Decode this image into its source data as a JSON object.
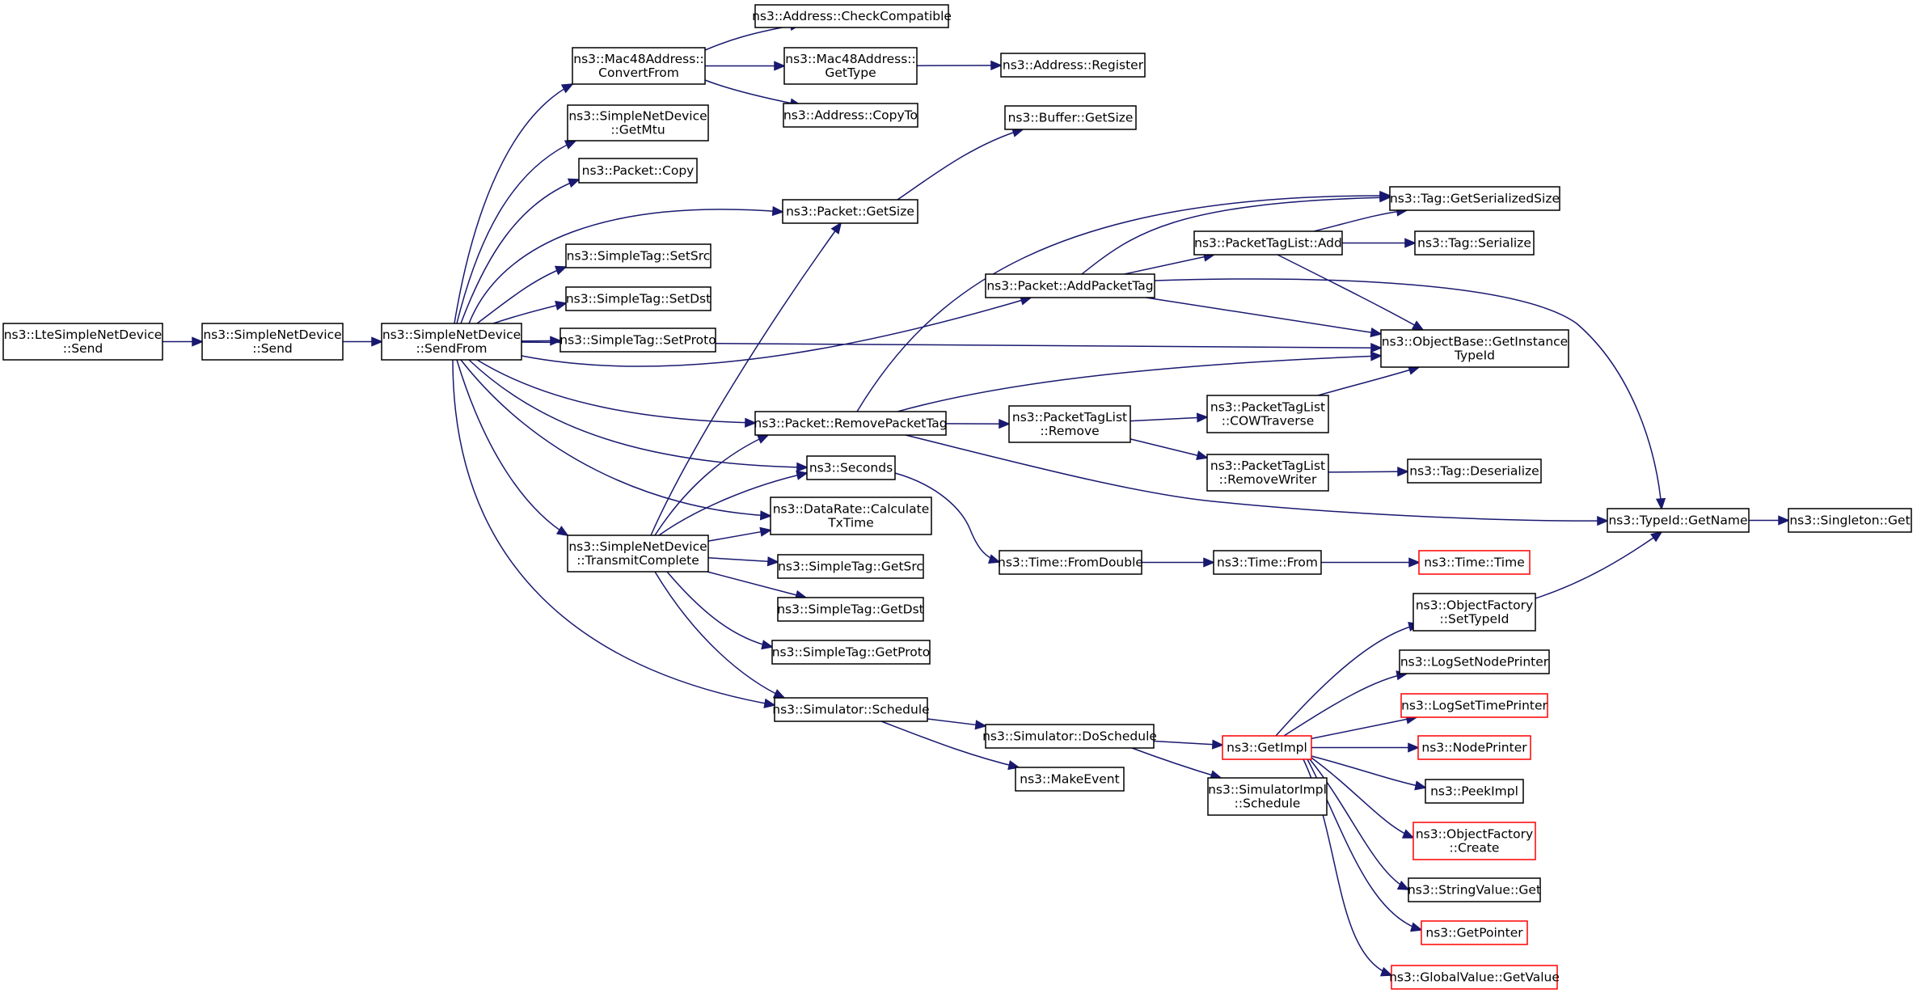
{
  "diagram": {
    "colors": {
      "edge": "#191970",
      "node_border": "#000000",
      "node_border_truncated": "#ff0000",
      "root_fill": "#bfbfbf",
      "node_fill": "#ffffff"
    },
    "nodes": [
      {
        "id": "lte_send",
        "lines": [
          "ns3::LteSimpleNetDevice",
          "::Send"
        ],
        "style": "root"
      },
      {
        "id": "snd_send",
        "lines": [
          "ns3::SimpleNetDevice",
          "::Send"
        ]
      },
      {
        "id": "snd_sendfrom",
        "lines": [
          "ns3::SimpleNetDevice",
          "::SendFrom"
        ]
      },
      {
        "id": "mac48_convertfrom",
        "lines": [
          "ns3::Mac48Address::",
          "ConvertFrom"
        ]
      },
      {
        "id": "snd_getmtu",
        "lines": [
          "ns3::SimpleNetDevice",
          "::GetMtu"
        ]
      },
      {
        "id": "packet_copy",
        "lines": [
          "ns3::Packet::Copy"
        ]
      },
      {
        "id": "simpletag_setsrc",
        "lines": [
          "ns3::SimpleTag::SetSrc"
        ]
      },
      {
        "id": "simpletag_setdst",
        "lines": [
          "ns3::SimpleTag::SetDst"
        ]
      },
      {
        "id": "simpletag_setproto",
        "lines": [
          "ns3::SimpleTag::SetProto"
        ]
      },
      {
        "id": "snd_transmitcomplete",
        "lines": [
          "ns3::SimpleNetDevice",
          "::TransmitComplete"
        ]
      },
      {
        "id": "address_checkcompatible",
        "lines": [
          "ns3::Address::CheckCompatible"
        ]
      },
      {
        "id": "mac48_gettype",
        "lines": [
          "ns3::Mac48Address::",
          "GetType"
        ]
      },
      {
        "id": "address_copyto",
        "lines": [
          "ns3::Address::CopyTo"
        ]
      },
      {
        "id": "address_register",
        "lines": [
          "ns3::Address::Register"
        ]
      },
      {
        "id": "packet_getsize",
        "lines": [
          "ns3::Packet::GetSize"
        ]
      },
      {
        "id": "buffer_getsize",
        "lines": [
          "ns3::Buffer::GetSize"
        ]
      },
      {
        "id": "packet_addpackettag",
        "lines": [
          "ns3::Packet::AddPacketTag"
        ]
      },
      {
        "id": "packet_removepackettag",
        "lines": [
          "ns3::Packet::RemovePacketTag"
        ]
      },
      {
        "id": "seconds",
        "lines": [
          "ns3::Seconds"
        ]
      },
      {
        "id": "datarate_calculatetxtime",
        "lines": [
          "ns3::DataRate::Calculate",
          "TxTime"
        ]
      },
      {
        "id": "simpletag_getsrc",
        "lines": [
          "ns3::SimpleTag::GetSrc"
        ]
      },
      {
        "id": "simpletag_getdst",
        "lines": [
          "ns3::SimpleTag::GetDst"
        ]
      },
      {
        "id": "simpletag_getproto",
        "lines": [
          "ns3::SimpleTag::GetProto"
        ]
      },
      {
        "id": "simulator_schedule",
        "lines": [
          "ns3::Simulator::Schedule"
        ]
      },
      {
        "id": "tag_getserializedsize",
        "lines": [
          "ns3::Tag::GetSerializedSize"
        ]
      },
      {
        "id": "packettaglist_add",
        "lines": [
          "ns3::PacketTagList::Add"
        ]
      },
      {
        "id": "tag_serialize",
        "lines": [
          "ns3::Tag::Serialize"
        ]
      },
      {
        "id": "objectbase_getinstancetypeid",
        "lines": [
          "ns3::ObjectBase::GetInstance",
          "TypeId"
        ]
      },
      {
        "id": "packettaglist_remove",
        "lines": [
          "ns3::PacketTagList",
          "::Remove"
        ]
      },
      {
        "id": "packettaglist_cowtraverse",
        "lines": [
          "ns3::PacketTagList",
          "::COWTraverse"
        ]
      },
      {
        "id": "packettaglist_removewriter",
        "lines": [
          "ns3::PacketTagList",
          "::RemoveWriter"
        ]
      },
      {
        "id": "tag_deserialize",
        "lines": [
          "ns3::Tag::Deserialize"
        ]
      },
      {
        "id": "typeid_getname",
        "lines": [
          "ns3::TypeId::GetName"
        ]
      },
      {
        "id": "singleton_get",
        "lines": [
          "ns3::Singleton::Get"
        ]
      },
      {
        "id": "time_fromdouble",
        "lines": [
          "ns3::Time::FromDouble"
        ]
      },
      {
        "id": "time_from",
        "lines": [
          "ns3::Time::From"
        ]
      },
      {
        "id": "time_time",
        "lines": [
          "ns3::Time::Time"
        ],
        "style": "truncated"
      },
      {
        "id": "simulator_doschedule",
        "lines": [
          "ns3::Simulator::DoSchedule"
        ]
      },
      {
        "id": "makeevent",
        "lines": [
          "ns3::MakeEvent"
        ]
      },
      {
        "id": "getimpl",
        "lines": [
          "ns3::GetImpl"
        ],
        "style": "truncated"
      },
      {
        "id": "simulatorimpl_schedule",
        "lines": [
          "ns3::SimulatorImpl",
          "::Schedule"
        ]
      },
      {
        "id": "objectfactory_settypeid",
        "lines": [
          "ns3::ObjectFactory",
          "::SetTypeId"
        ]
      },
      {
        "id": "logsetnodeprinter",
        "lines": [
          "ns3::LogSetNodePrinter"
        ]
      },
      {
        "id": "logsettimeprinter",
        "lines": [
          "ns3::LogSetTimePrinter"
        ],
        "style": "truncated"
      },
      {
        "id": "nodeprinter",
        "lines": [
          "ns3::NodePrinter"
        ],
        "style": "truncated"
      },
      {
        "id": "peekimpl",
        "lines": [
          "ns3::PeekImpl"
        ]
      },
      {
        "id": "objectfactory_create",
        "lines": [
          "ns3::ObjectFactory",
          "::Create"
        ],
        "style": "truncated"
      },
      {
        "id": "stringvalue_get",
        "lines": [
          "ns3::StringValue::Get"
        ]
      },
      {
        "id": "getpointer",
        "lines": [
          "ns3::GetPointer"
        ],
        "style": "truncated"
      },
      {
        "id": "globalvalue_getvalue",
        "lines": [
          "ns3::GlobalValue::GetValue"
        ],
        "style": "truncated"
      }
    ],
    "edges": [
      [
        "lte_send",
        "snd_send"
      ],
      [
        "snd_send",
        "snd_sendfrom"
      ],
      [
        "snd_sendfrom",
        "mac48_convertfrom"
      ],
      [
        "snd_sendfrom",
        "snd_getmtu"
      ],
      [
        "snd_sendfrom",
        "packet_copy"
      ],
      [
        "snd_sendfrom",
        "packet_getsize"
      ],
      [
        "snd_sendfrom",
        "simpletag_setsrc"
      ],
      [
        "snd_sendfrom",
        "simpletag_setdst"
      ],
      [
        "snd_sendfrom",
        "simpletag_setproto"
      ],
      [
        "snd_sendfrom",
        "packet_addpackettag"
      ],
      [
        "snd_sendfrom",
        "objectbase_getinstancetypeid"
      ],
      [
        "snd_sendfrom",
        "packet_removepackettag"
      ],
      [
        "snd_sendfrom",
        "seconds"
      ],
      [
        "snd_sendfrom",
        "datarate_calculatetxtime"
      ],
      [
        "snd_sendfrom",
        "snd_transmitcomplete"
      ],
      [
        "snd_sendfrom",
        "simulator_schedule"
      ],
      [
        "mac48_convertfrom",
        "address_checkcompatible"
      ],
      [
        "mac48_convertfrom",
        "mac48_gettype"
      ],
      [
        "mac48_convertfrom",
        "address_copyto"
      ],
      [
        "mac48_gettype",
        "address_register"
      ],
      [
        "packet_getsize",
        "buffer_getsize"
      ],
      [
        "packet_addpackettag",
        "tag_getserializedsize"
      ],
      [
        "packet_addpackettag",
        "packettaglist_add"
      ],
      [
        "packet_addpackettag",
        "objectbase_getinstancetypeid"
      ],
      [
        "packet_addpackettag",
        "typeid_getname"
      ],
      [
        "packettaglist_add",
        "tag_getserializedsize"
      ],
      [
        "packettaglist_add",
        "tag_serialize"
      ],
      [
        "packettaglist_add",
        "objectbase_getinstancetypeid"
      ],
      [
        "packet_removepackettag",
        "tag_getserializedsize"
      ],
      [
        "packet_removepackettag",
        "objectbase_getinstancetypeid"
      ],
      [
        "packet_removepackettag",
        "packettaglist_remove"
      ],
      [
        "packet_removepackettag",
        "typeid_getname"
      ],
      [
        "packettaglist_remove",
        "packettaglist_cowtraverse"
      ],
      [
        "packettaglist_remove",
        "packettaglist_removewriter"
      ],
      [
        "packettaglist_cowtraverse",
        "objectbase_getinstancetypeid"
      ],
      [
        "packettaglist_removewriter",
        "tag_deserialize"
      ],
      [
        "typeid_getname",
        "singleton_get"
      ],
      [
        "seconds",
        "time_fromdouble"
      ],
      [
        "time_fromdouble",
        "time_from"
      ],
      [
        "time_from",
        "time_time"
      ],
      [
        "snd_transmitcomplete",
        "packet_getsize"
      ],
      [
        "snd_transmitcomplete",
        "packet_removepackettag"
      ],
      [
        "snd_transmitcomplete",
        "seconds"
      ],
      [
        "snd_transmitcomplete",
        "datarate_calculatetxtime"
      ],
      [
        "snd_transmitcomplete",
        "simpletag_getsrc"
      ],
      [
        "snd_transmitcomplete",
        "simpletag_getdst"
      ],
      [
        "snd_transmitcomplete",
        "simpletag_getproto"
      ],
      [
        "snd_transmitcomplete",
        "simulator_schedule"
      ],
      [
        "simulator_schedule",
        "simulator_doschedule"
      ],
      [
        "simulator_schedule",
        "makeevent"
      ],
      [
        "simulator_doschedule",
        "getimpl"
      ],
      [
        "simulator_doschedule",
        "simulatorimpl_schedule"
      ],
      [
        "getimpl",
        "objectfactory_settypeid"
      ],
      [
        "getimpl",
        "logsetnodeprinter"
      ],
      [
        "getimpl",
        "logsettimeprinter"
      ],
      [
        "getimpl",
        "nodeprinter"
      ],
      [
        "getimpl",
        "peekimpl"
      ],
      [
        "getimpl",
        "objectfactory_create"
      ],
      [
        "getimpl",
        "stringvalue_get"
      ],
      [
        "getimpl",
        "getpointer"
      ],
      [
        "getimpl",
        "globalvalue_getvalue"
      ],
      [
        "objectfactory_settypeid",
        "typeid_getname"
      ]
    ]
  }
}
